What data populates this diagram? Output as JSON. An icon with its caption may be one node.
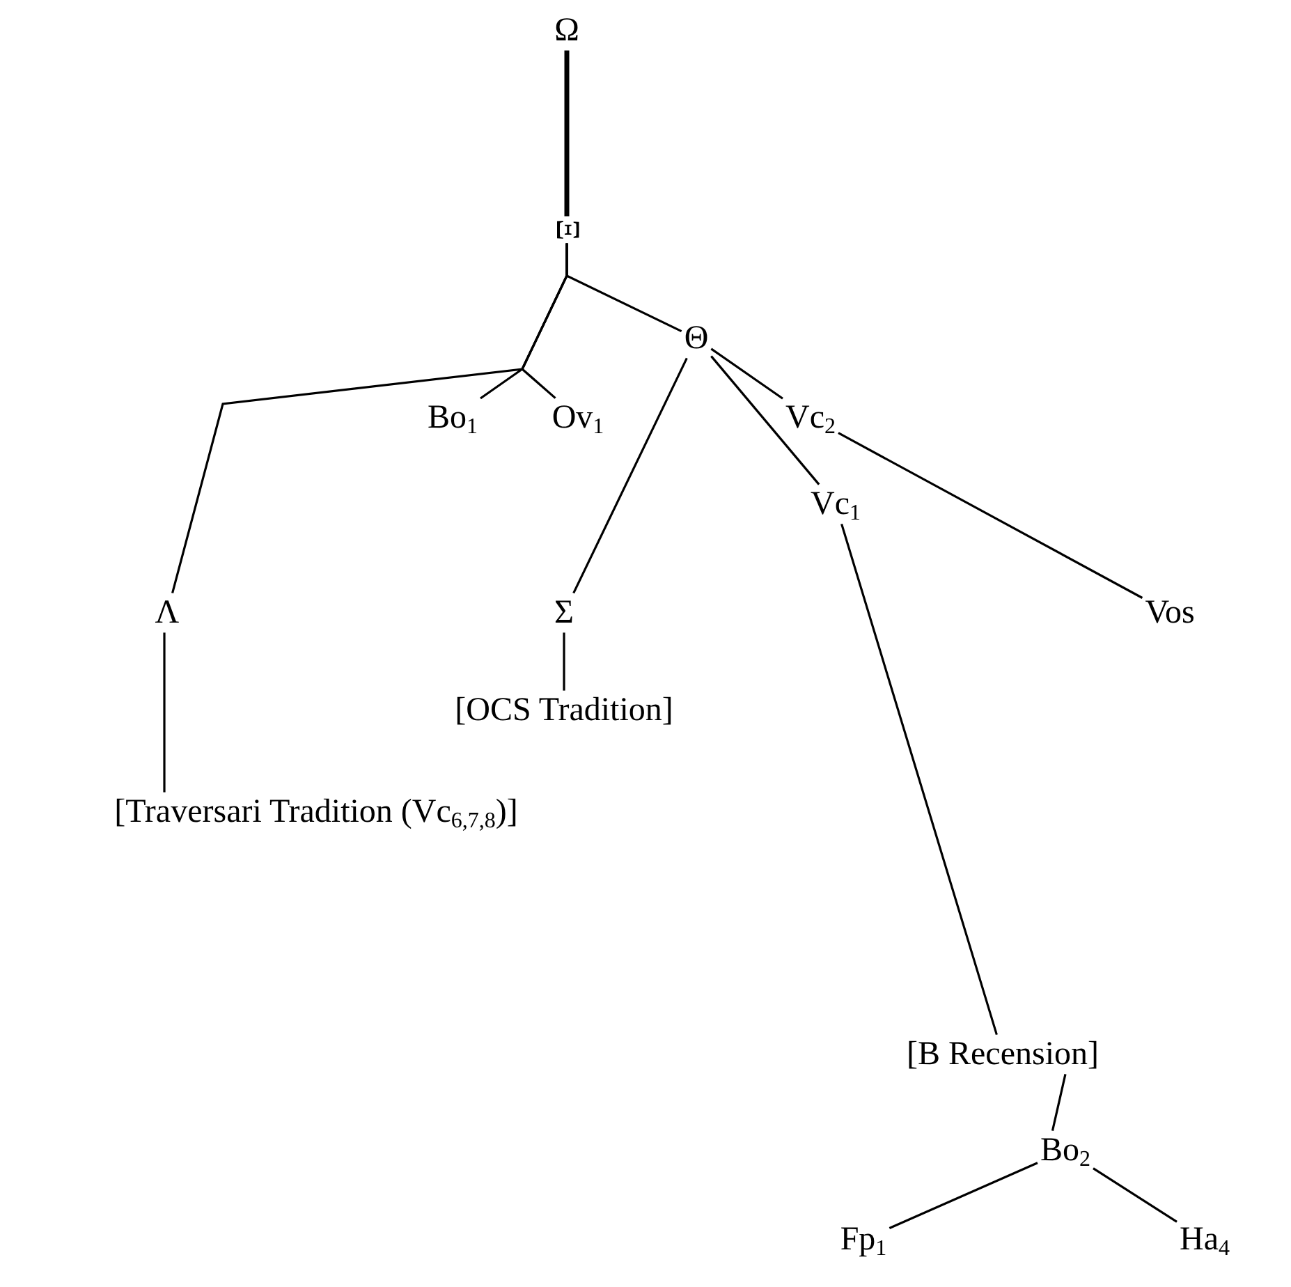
{
  "diagram": {
    "nodes": [
      {
        "text": [
          "Ω"
        ]
      },
      {
        "text": [
          "Ξ"
        ]
      },
      {
        "text": [
          "Θ"
        ]
      },
      {
        "text": [
          "Bo$_{1}$"
        ]
      },
      {
        "text": [
          "Ov$_{1}$"
        ]
      },
      {
        "text": [
          "Vc$_{2}$"
        ]
      },
      {
        "text": [
          "Vc$_{1}$"
        ]
      },
      {
        "text": [
          "Λ"
        ]
      },
      {
        "text": [
          "Σ"
        ]
      },
      {
        "text": [
          "Vos"
        ]
      },
      {
        "text": [
          "[OCS Tradition]"
        ]
      },
      {
        "text": [
          "[Traversari Tradition (Vc$_{6,7,8}$)]"
        ]
      },
      {
        "text": [
          "[B Recension]"
        ]
      },
      {
        "text": [
          "Bo$_{2}$"
        ]
      },
      {
        "text": [
          "Fp$_{1}$"
        ]
      },
      {
        "text": [
          "Ha$_{4}$"
        ]
      }
    ],
    "edges": [
      {
        "from": 0,
        "to": 1,
        "arrow": "none",
        "style": "thick"
      },
      {
        "from": 1,
        "to": 2,
        "arrow": "none"
      },
      {
        "from": 1,
        "to": 7,
        "arrow": "none"
      },
      {
        "from": 1,
        "to": 3,
        "arrow": "none"
      },
      {
        "from": 1,
        "to": 4,
        "arrow": "none"
      },
      {
        "from": 2,
        "to": 8,
        "arrow": "none"
      },
      {
        "from": 2,
        "to": 6,
        "arrow": "none"
      },
      {
        "from": 2,
        "to": 5,
        "arrow": "none"
      },
      {
        "from": 5,
        "to": 9,
        "arrow": "none"
      },
      {
        "from": 6,
        "to": 12,
        "arrow": "none"
      },
      {
        "from": 12,
        "to": 13,
        "arrow": "none"
      },
      {
        "from": 13,
        "to": 14,
        "arrow": "none"
      },
      {
        "from": 13,
        "to": 15,
        "arrow": "none"
      },
      {
        "from": 7,
        "to": 11,
        "arrow": "none"
      },
      {
        "from": 8,
        "to": 10,
        "arrow": "none"
      }
    ]
  }
}
